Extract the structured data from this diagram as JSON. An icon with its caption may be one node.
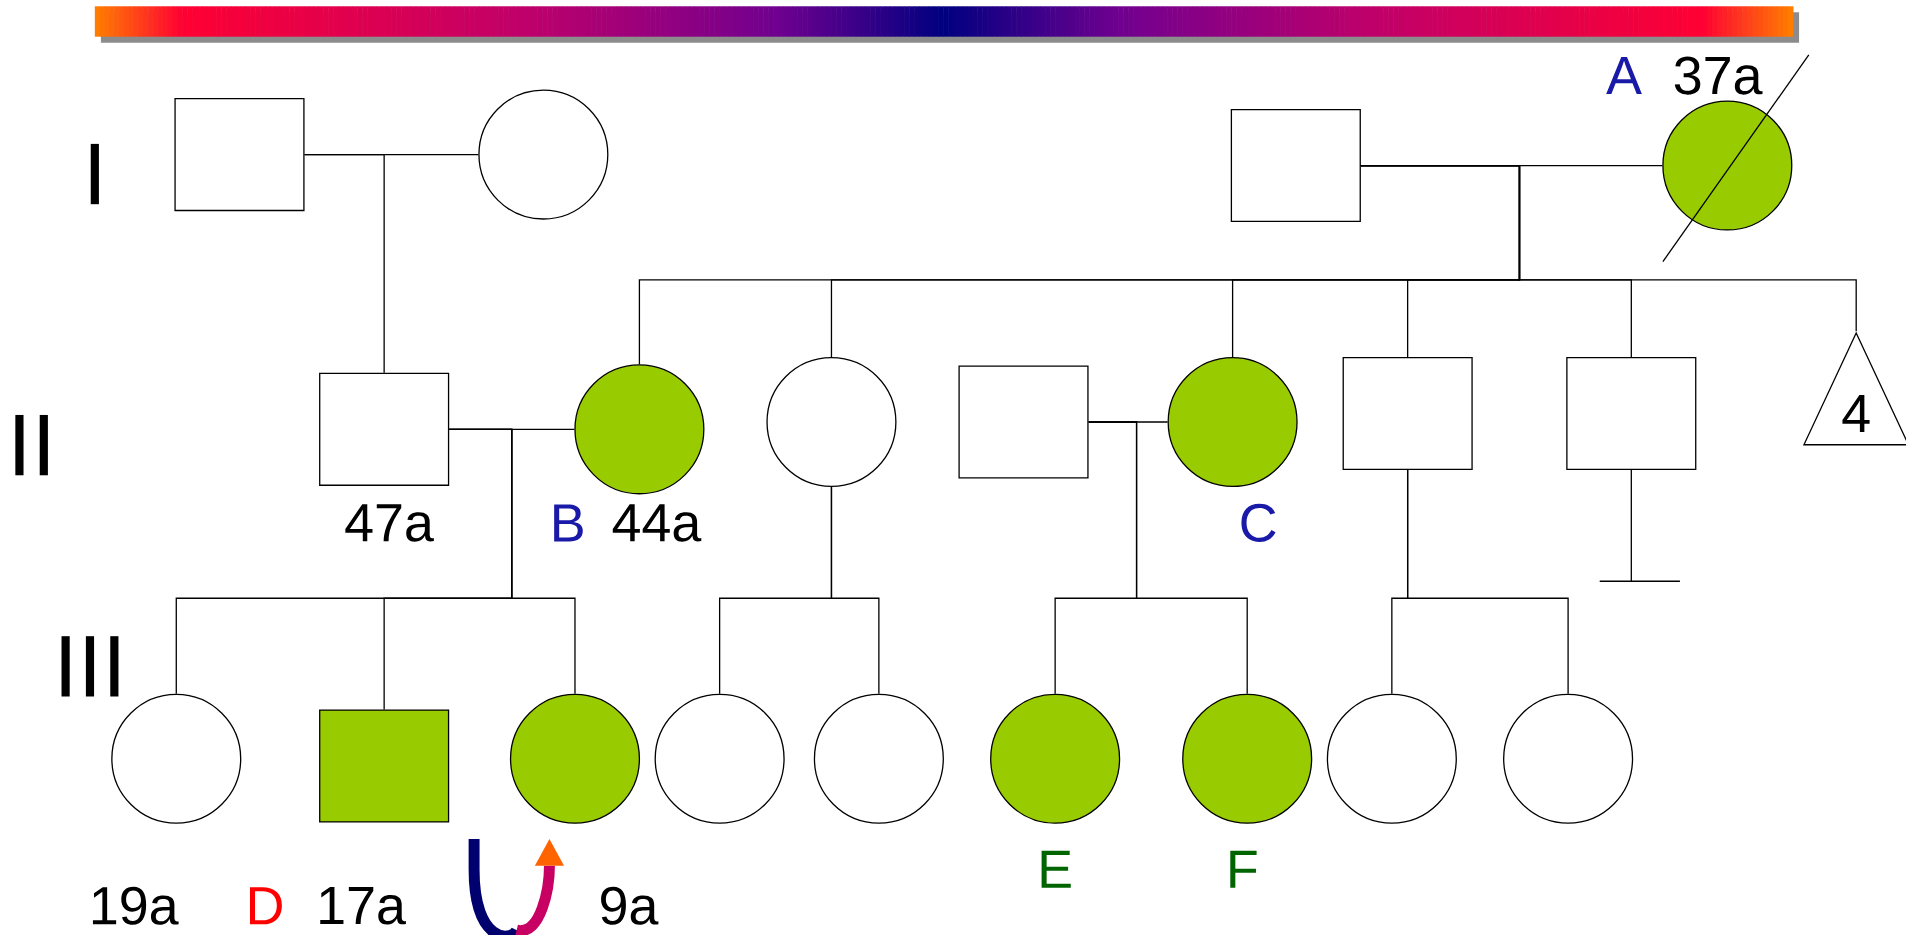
{
  "diagram": {
    "nodes": [
      {
        "text": [],
        "shape": "box"
      },
      {
        "text": [],
        "shape": "circle"
      },
      {
        "text": [],
        "shape": "box"
      },
      {
        "text": [],
        "shape": "circle",
        "beside": [
          "A",
          "37a"
        ]
      },
      {
        "text": [],
        "shape": "box",
        "beside": [
          "47a"
        ]
      },
      {
        "text": [],
        "shape": "circle",
        "beside": [
          "B",
          "44a"
        ]
      },
      {
        "text": [],
        "shape": "circle"
      },
      {
        "text": [],
        "shape": "box"
      },
      {
        "text": [],
        "shape": "circle",
        "beside": [
          "C"
        ]
      },
      {
        "text": [],
        "shape": "box"
      },
      {
        "text": [],
        "shape": "box"
      },
      {
        "text": [
          "4"
        ]
      },
      {
        "text": [],
        "shape": "circle",
        "beside": [
          "19a"
        ]
      },
      {
        "text": [],
        "shape": "box",
        "beside": [
          "D",
          "17a"
        ]
      },
      {
        "text": [],
        "shape": "circle",
        "beside": [
          "9a"
        ]
      },
      {
        "text": [],
        "shape": "circle"
      },
      {
        "text": [],
        "shape": "circle"
      },
      {
        "text": [],
        "shape": "circle",
        "beside": [
          "E"
        ]
      },
      {
        "text": [],
        "shape": "circle",
        "beside": [
          "F"
        ]
      },
      {
        "text": [],
        "shape": "circle"
      },
      {
        "text": [],
        "shape": "circle"
      }
    ],
    "edges": [
      {
        "from": 0,
        "to": 1,
        "arrow": "none"
      },
      {
        "from": 0,
        "to": 4,
        "arrow": "none"
      },
      {
        "from": 2,
        "to": 3,
        "arrow": "none"
      },
      {
        "from": 2,
        "to": 5,
        "arrow": "none"
      },
      {
        "from": 2,
        "to": 6,
        "arrow": "none"
      },
      {
        "from": 2,
        "to": 8,
        "arrow": "none"
      },
      {
        "from": 2,
        "to": 9,
        "arrow": "none"
      },
      {
        "from": 2,
        "to": 10,
        "arrow": "none"
      },
      {
        "from": 2,
        "to": 11,
        "arrow": "none"
      },
      {
        "from": 4,
        "to": 5,
        "arrow": "none"
      },
      {
        "from": 4,
        "to": 12,
        "arrow": "none"
      },
      {
        "from": 4,
        "to": 13,
        "arrow": "none"
      },
      {
        "from": 4,
        "to": 14,
        "arrow": "none"
      },
      {
        "from": 6,
        "to": 15,
        "arrow": "none"
      },
      {
        "from": 6,
        "to": 16,
        "arrow": "none"
      },
      {
        "from": 7,
        "to": 8,
        "arrow": "none"
      },
      {
        "from": 7,
        "to": 17,
        "arrow": "none"
      },
      {
        "from": 7,
        "to": 18,
        "arrow": "none"
      },
      {
        "from": 9,
        "to": 19,
        "arrow": "none"
      },
      {
        "from": 9,
        "to": 20,
        "arrow": "none"
      }
    ],
    "labels": [
      "I",
      "II",
      "III"
    ]
  }
}
